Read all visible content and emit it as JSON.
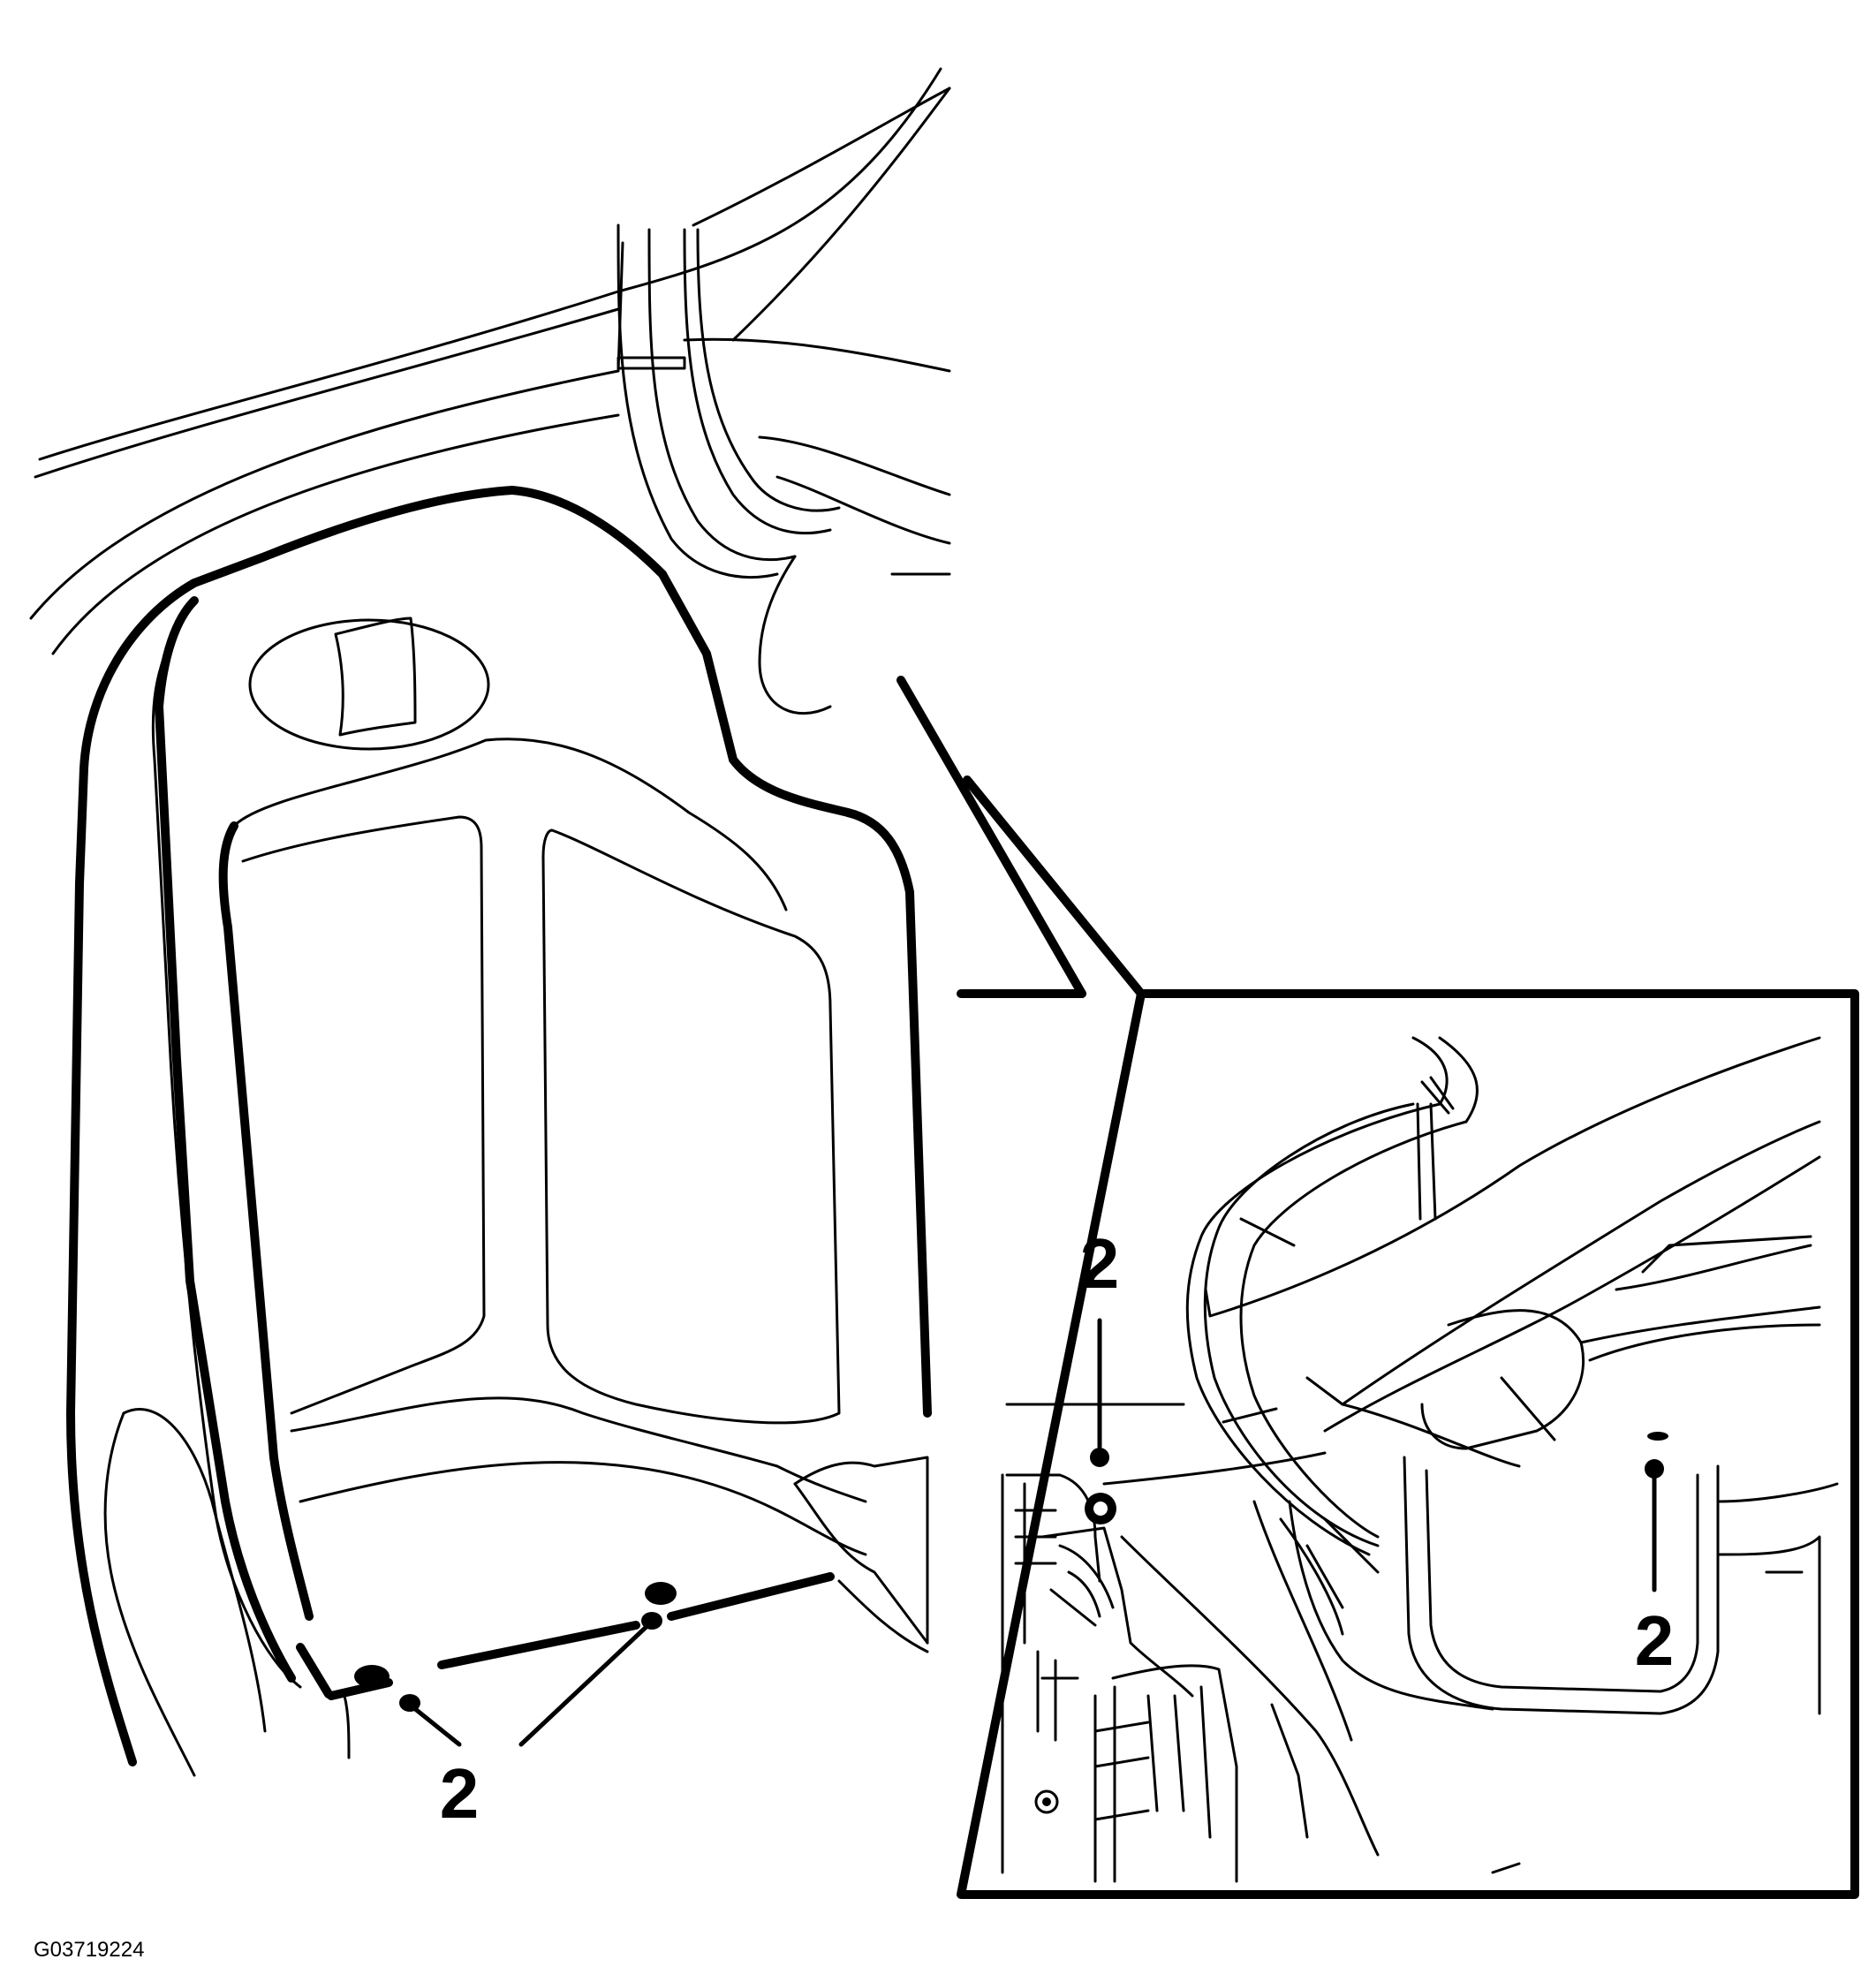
{
  "figure_id": "G03719224",
  "callouts": [
    {
      "label": "2"
    },
    {
      "label": "2"
    },
    {
      "label": "2"
    }
  ]
}
